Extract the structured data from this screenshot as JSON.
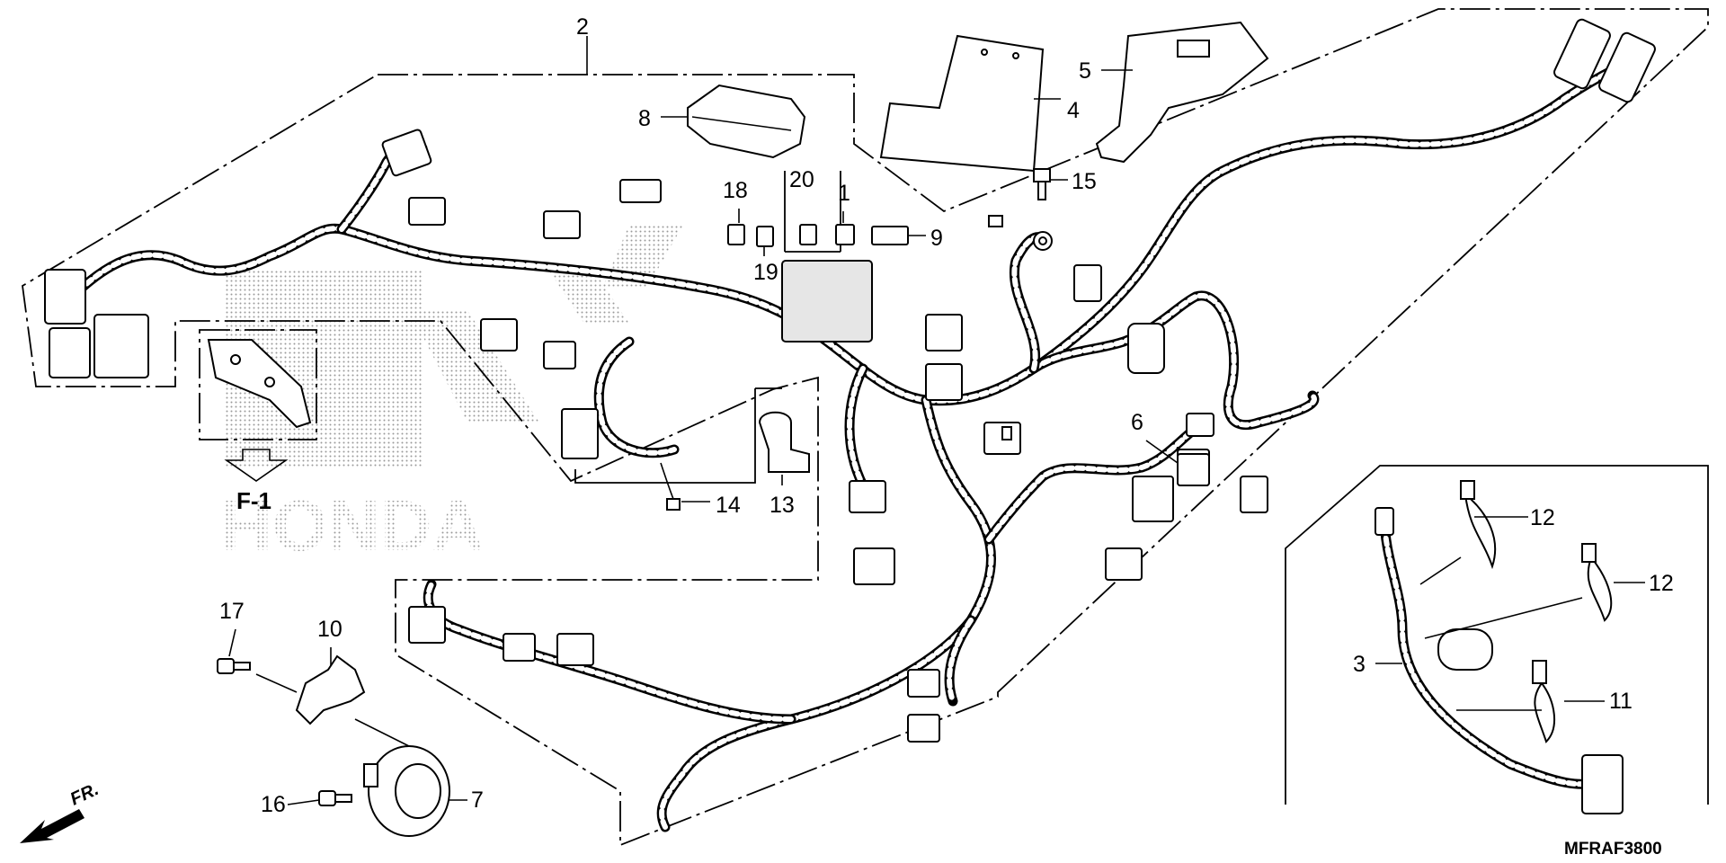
{
  "diagram": {
    "callouts": {
      "p1": "1",
      "p2": "2",
      "p3": "3",
      "p4": "4",
      "p5": "5",
      "p6": "6",
      "p7": "7",
      "p8": "8",
      "p9": "9",
      "p10": "10",
      "p11": "11",
      "p12a": "12",
      "p12b": "12",
      "p13": "13",
      "p14": "14",
      "p15": "15",
      "p16": "16",
      "p17": "17",
      "p18": "18",
      "p19": "19",
      "p20": "20"
    },
    "view_ref": "F-1",
    "direction": "FR.",
    "watermark": "HONDA",
    "diagram_code": "MFRAF3800"
  }
}
